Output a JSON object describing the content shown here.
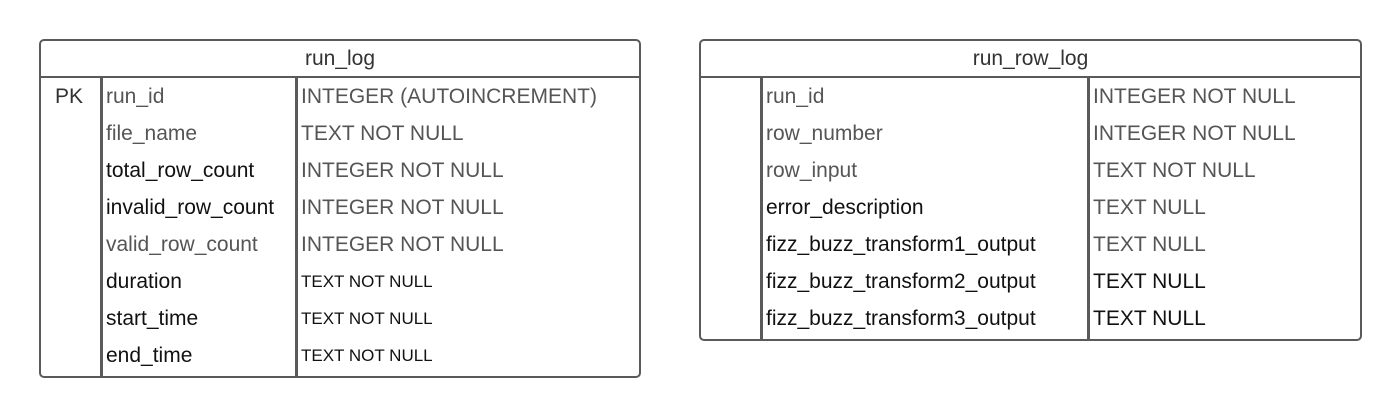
{
  "tables": [
    {
      "name": "run_log",
      "rows": [
        {
          "key": "PK",
          "field": "run_id",
          "type": "INTEGER (AUTOINCREMENT)"
        },
        {
          "key": "",
          "field": "file_name",
          "type": "TEXT NOT NULL"
        },
        {
          "key": "",
          "field": "total_row_count",
          "type": "INTEGER NOT NULL"
        },
        {
          "key": "",
          "field": "invalid_row_count",
          "type": "INTEGER NOT NULL"
        },
        {
          "key": "",
          "field": "valid_row_count",
          "type": "INTEGER NOT NULL"
        },
        {
          "key": "",
          "field": "duration",
          "type": "TEXT NOT NULL"
        },
        {
          "key": "",
          "field": "start_time",
          "type": "TEXT NOT NULL"
        },
        {
          "key": "",
          "field": "end_time",
          "type": "TEXT NOT NULL"
        }
      ]
    },
    {
      "name": "run_row_log",
      "rows": [
        {
          "key": "",
          "field": "run_id",
          "type": "INTEGER NOT NULL"
        },
        {
          "key": "",
          "field": "row_number",
          "type": "INTEGER NOT NULL"
        },
        {
          "key": "",
          "field": "row_input",
          "type": "TEXT NOT NULL"
        },
        {
          "key": "",
          "field": "error_description",
          "type": "TEXT NULL"
        },
        {
          "key": "",
          "field": "fizz_buzz_transform1_output",
          "type": "TEXT NULL"
        },
        {
          "key": "",
          "field": "fizz_buzz_transform2_output",
          "type": "TEXT NULL"
        },
        {
          "key": "",
          "field": "fizz_buzz_transform3_output",
          "type": "TEXT NULL"
        }
      ]
    }
  ]
}
